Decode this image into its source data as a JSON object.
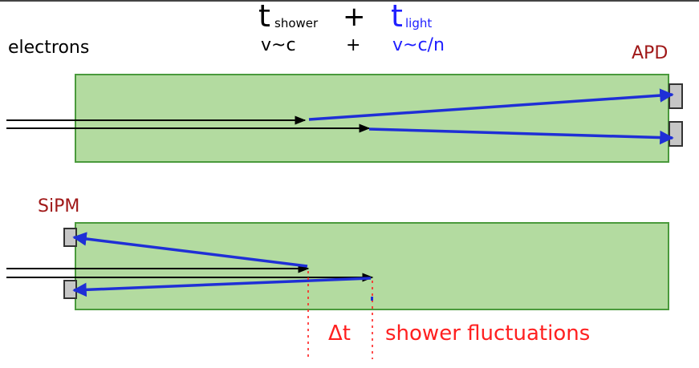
{
  "top_formula": {
    "t1_main": "t",
    "t1_sub": "shower",
    "plus": "+",
    "t2_main": "t",
    "t2_sub": "light"
  },
  "speed_row": {
    "left": "v~c",
    "plus": "+",
    "right": "v~c/n"
  },
  "labels": {
    "electrons": "electrons",
    "apd": "APD",
    "sipm": "SiPM",
    "delta_t": "Δt",
    "fluctuations": "shower fluctuations"
  },
  "colors": {
    "crystal_fill": "#b3dba0",
    "crystal_stroke": "#4a9a3c",
    "light": "#1f2fd6",
    "electron": "#000000",
    "sensor_fill": "#c6c6c6",
    "sensor_label": "#a01818",
    "annotation": "#ff2020",
    "light_text": "#2020ff"
  }
}
